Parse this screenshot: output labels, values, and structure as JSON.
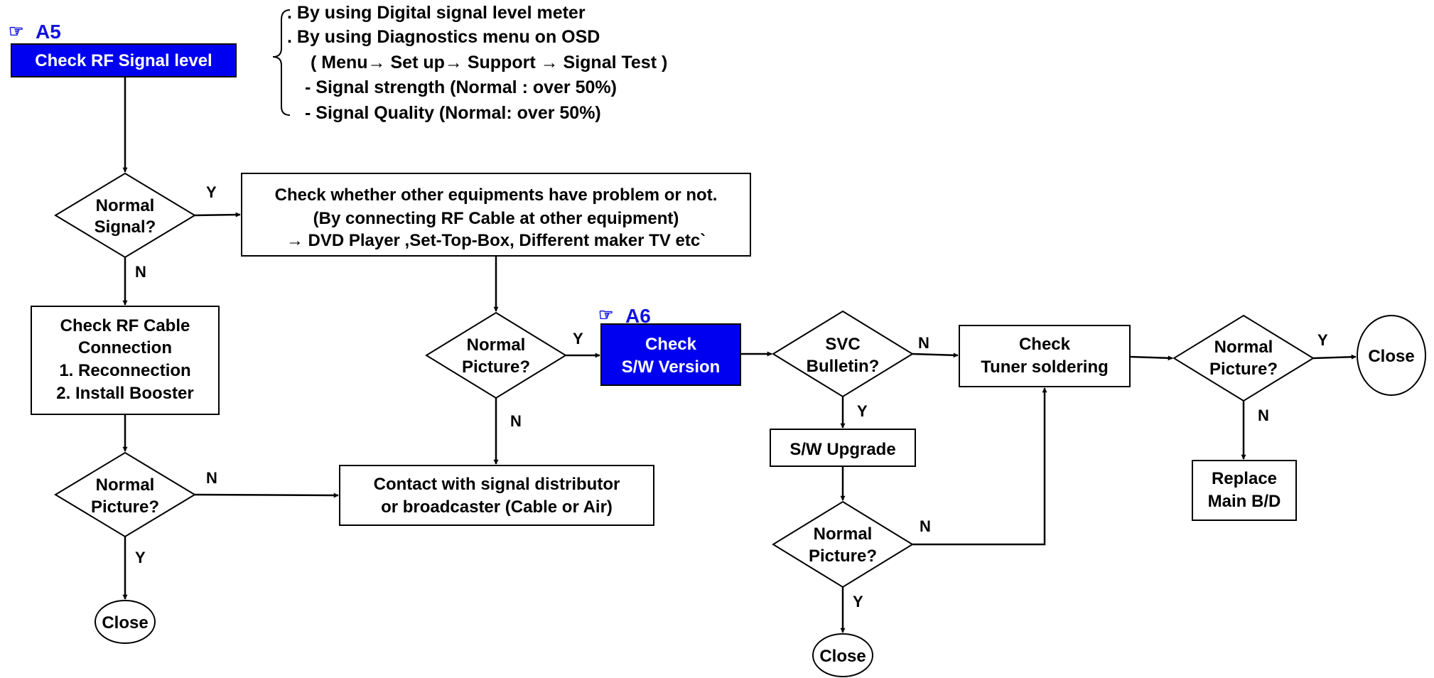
{
  "colors": {
    "highlight": "#0000F0",
    "tag": "#1010E0",
    "line": "#000000"
  },
  "icons": {
    "reference": "pointing-hand-icon"
  },
  "tags": {
    "a5": "A5",
    "a6": "A6"
  },
  "nodes": {
    "check_rf_signal": "Check RF Signal level",
    "normal_signal": [
      "Normal",
      "Signal?"
    ],
    "check_other_equipment": [
      "Check whether other equipments have problem or not.",
      "(By connecting RF Cable at other equipment)",
      "→ DVD Player ,Set-Top-Box, Different maker TV etc`"
    ],
    "check_rf_cable": [
      "Check RF Cable",
      "Connection",
      "1. Reconnection",
      "2. Install Booster"
    ],
    "normal_picture_1": [
      "Normal",
      "Picture?"
    ],
    "normal_picture_2": [
      "Normal",
      "Picture?"
    ],
    "contact_distributor": [
      "Contact with signal distributor",
      "or broadcaster (Cable or Air)"
    ],
    "close_1": "Close",
    "check_sw_version": [
      "Check",
      "S/W Version"
    ],
    "svc_bulletin": [
      "SVC",
      "Bulletin?"
    ],
    "sw_upgrade": "S/W Upgrade",
    "normal_picture_3": [
      "Normal",
      "Picture?"
    ],
    "close_2": "Close",
    "check_tuner": [
      "Check",
      "Tuner soldering"
    ],
    "normal_picture_4": [
      "Normal",
      "Picture?"
    ],
    "close_3": "Close",
    "replace_main": [
      "Replace",
      "Main B/D"
    ]
  },
  "notes": [
    ". By using Digital signal level meter",
    ". By using Diagnostics menu on OSD",
    "( Menu→ Set up→ Support → Signal Test )",
    "- Signal strength (Normal : over 50%)",
    "- Signal Quality  (Normal: over 50%)"
  ],
  "edge_labels": {
    "yes": "Y",
    "no": "N"
  }
}
